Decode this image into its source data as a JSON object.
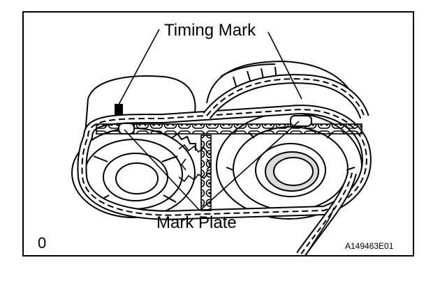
{
  "figure": {
    "callouts": {
      "timing_mark": "Timing Mark",
      "mark_plate": "Mark Plate"
    },
    "index_label": "0",
    "figure_code": "A149463E01"
  },
  "colors": {
    "ink": "#000000",
    "paper": "#ffffff",
    "shade": "#dcdcdc"
  },
  "icons": [
    "timing-chain-illustration"
  ]
}
